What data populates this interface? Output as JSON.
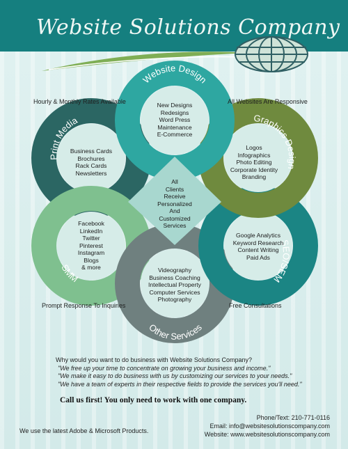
{
  "header": {
    "title": "Website Solutions Company"
  },
  "corners": {
    "top_left": "Hourly & Monthly Rates Available",
    "top_right": "All Websites Are Responsive",
    "bottom_left": "Prompt Response To Inquiries",
    "bottom_right": "Free Consultations"
  },
  "services": {
    "website_design": {
      "title": "Website Design",
      "items": [
        "New Designs",
        "Redesigns",
        "Word Press",
        "Maintenance",
        "E-Commerce"
      ]
    },
    "graphics_design": {
      "title": "Graphics Design",
      "items": [
        "Logos",
        "Infographics",
        "Photo Editing",
        "Corporate Identity",
        "Branding"
      ]
    },
    "seo_sem": {
      "title": "SEO/SEM",
      "items": [
        "Google Analytics",
        "Keyword Research",
        "Content Writing",
        "Paid Ads"
      ]
    },
    "other_services": {
      "title": "Other Services",
      "items": [
        "Videography",
        "Business Coaching",
        "Intellectual Property",
        "Computer Services",
        "Photography"
      ]
    },
    "smm": {
      "title": "SMM",
      "items": [
        "Facebook",
        "LinkedIn",
        "Twitter",
        "Pinterest",
        "Instagram",
        "Blogs",
        "& more"
      ]
    },
    "print_media": {
      "title": "Print Media",
      "items": [
        "Business Cards",
        "Brochures",
        "Rack Cards",
        "Newsletters"
      ]
    }
  },
  "center": [
    "All",
    "Clients",
    "Receive",
    "Personalized",
    "And",
    "Customized",
    "Services"
  ],
  "why": {
    "question": "Why would you want to do business with Website Solutions Company?",
    "quotes": [
      "\"We free up your time to concentrate on growing your business and income.\"",
      "\"We make it easy to do business with us by customizing our services to your needs.\"",
      "\"We have a team of experts in their respective fields to provide the services you'll need.\""
    ]
  },
  "cta": "Call us first! You only need to work with one company.",
  "contact": {
    "phone": "Phone/Text: 210-771-0116",
    "email": "Email: info@websitesolutionscompany.com",
    "website": "Website: www.websitesolutionscompany.com"
  },
  "products": "We use the latest Adobe & Microsoft Products.",
  "colors": {
    "header": "#157f7f",
    "website_design": "#2ea7a1",
    "graphics_design": "#6f8a3e",
    "seo_sem": "#1b8584",
    "other_services": "#6f807f",
    "smm": "#7fc08f",
    "print_media": "#2b6663",
    "center": "#a8d7cf"
  }
}
